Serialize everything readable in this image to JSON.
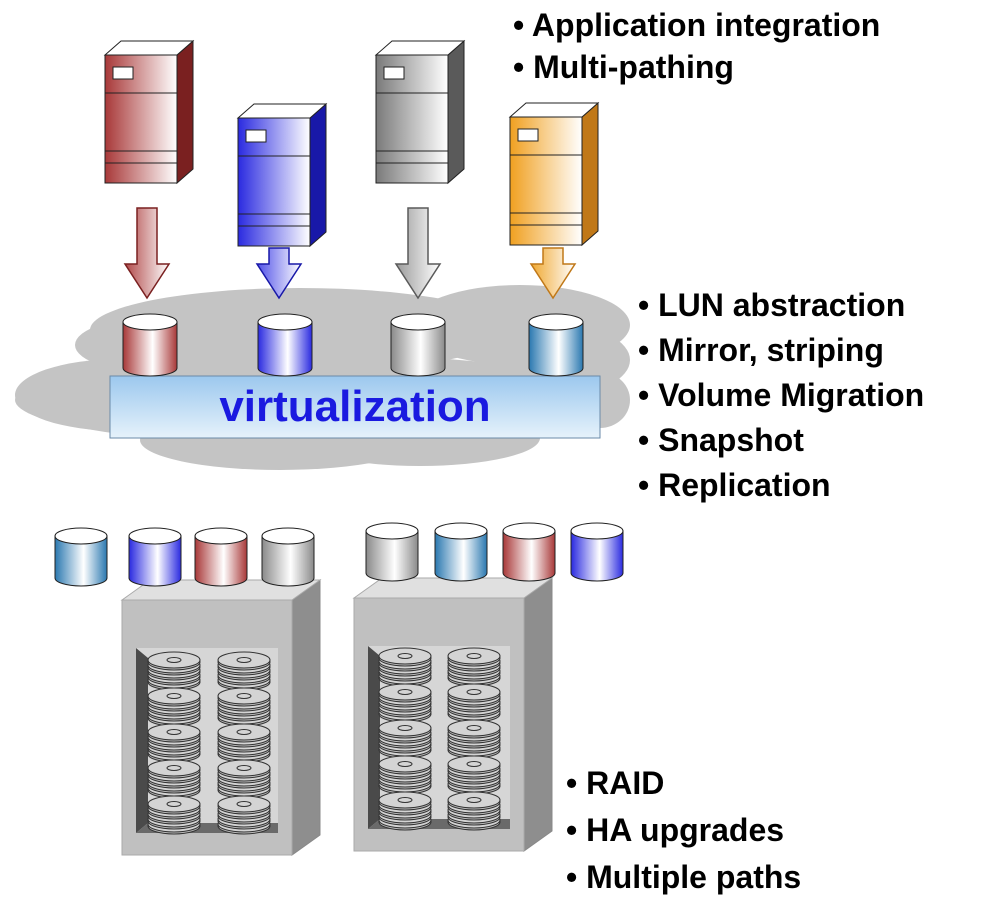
{
  "bullets_top": [
    "• Application integration",
    "• Multi-pathing"
  ],
  "bullets_mid": [
    "• LUN abstraction",
    "• Mirror, striping",
    "• Volume Migration",
    "• Snapshot",
    "• Replication"
  ],
  "bullets_bottom": [
    "• RAID",
    "• HA upgrades",
    "• Multiple paths"
  ],
  "virtualization_label": "virtualization",
  "colors": {
    "red": "#a83838",
    "blue": "#3030e0",
    "gray": "#8a8a8a",
    "orange": "#f0a020",
    "teal": "#3a84b8",
    "cloud": "#c4c4c4",
    "virt_bar": "#a8d0f0",
    "virt_text": "#1a1ae0"
  },
  "servers": [
    {
      "name": "server-red",
      "color": "red"
    },
    {
      "name": "server-blue",
      "color": "blue"
    },
    {
      "name": "server-gray",
      "color": "gray"
    },
    {
      "name": "server-orange",
      "color": "orange"
    }
  ],
  "virtual_luns": [
    "red",
    "blue",
    "gray",
    "teal"
  ],
  "array_left_luns": [
    "teal",
    "blue",
    "red",
    "gray"
  ],
  "array_right_luns": [
    "gray",
    "teal",
    "red",
    "blue"
  ]
}
